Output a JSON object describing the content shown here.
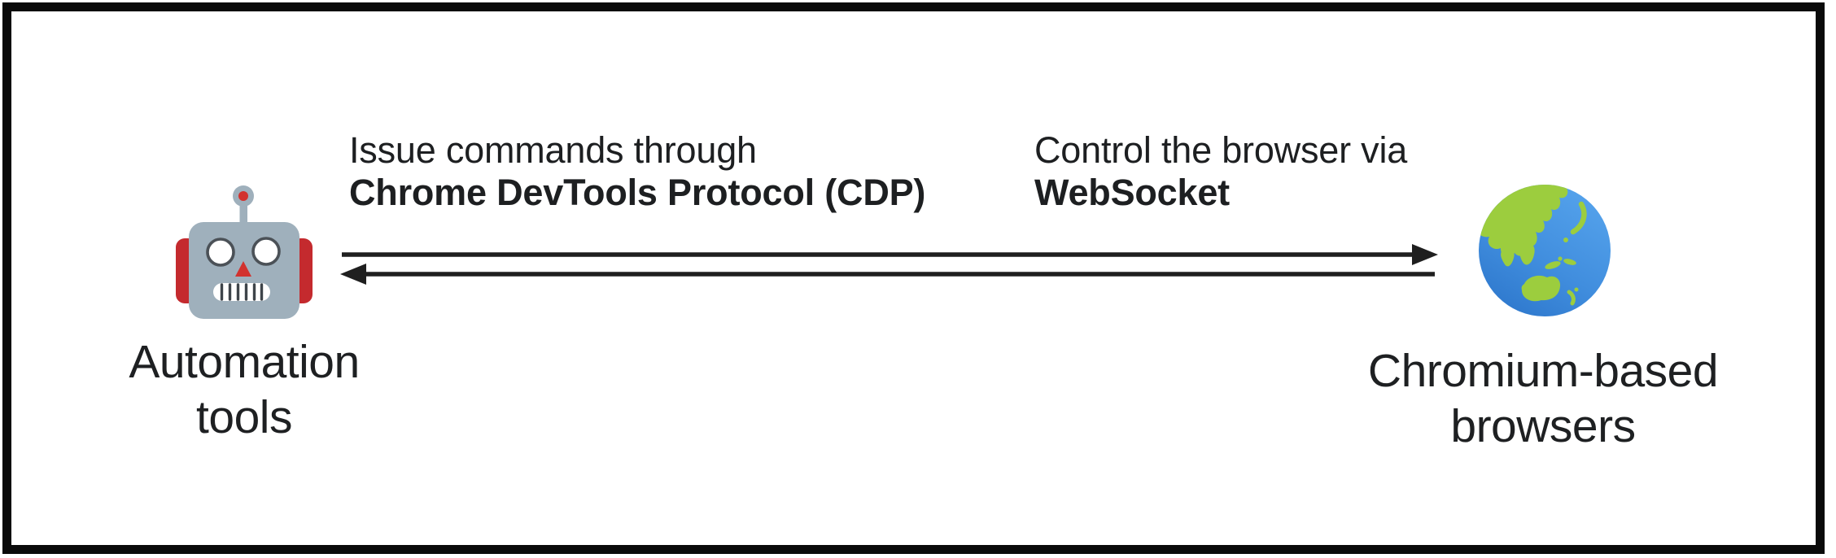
{
  "diagram": {
    "left_node": {
      "icon": "robot",
      "caption_line1": "Automation",
      "caption_line2": "tools"
    },
    "right_node": {
      "icon": "globe-asia-australia",
      "caption_line1": "Chromium-based",
      "caption_line2": "browsers"
    },
    "command_label": {
      "line1": "Issue commands through",
      "line2": "Chrome DevTools Protocol (CDP)"
    },
    "transport_label": {
      "line1": "Control the browser via",
      "line2": "WebSocket"
    }
  },
  "colors": {
    "frame_border": "#0a0a0a",
    "text": "#1e2022",
    "arrow": "#1f1f1f",
    "robot_head": "#9fb0bc",
    "robot_red": "#c42a2e",
    "robot_nose_red": "#d2322e",
    "globe_ocean_light": "#55a3ec",
    "globe_ocean_dark": "#2d77cc",
    "globe_land": "#9ccd3e"
  }
}
